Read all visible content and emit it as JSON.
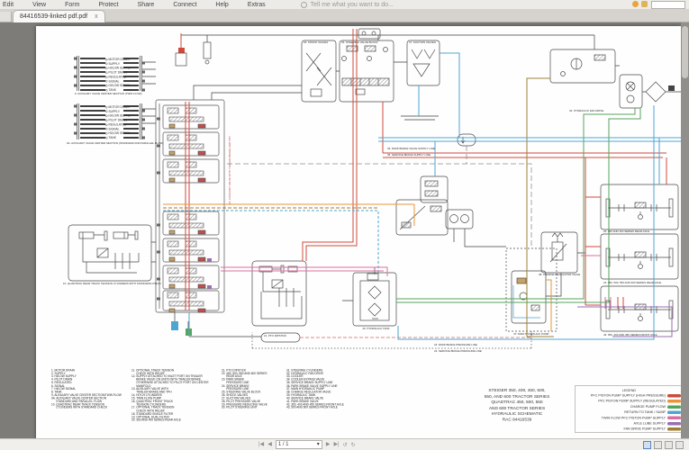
{
  "menu": {
    "items": [
      "Edit",
      "View",
      "Form",
      "Protect",
      "Share",
      "Connect",
      "Help",
      "Extras"
    ],
    "tell_me": "Tell me what you want to do..."
  },
  "tab": {
    "title": "84416539-linked pdf.pdf",
    "close": "x"
  },
  "statusbar": {
    "page": "1 / 1",
    "page_dropdown": "▾",
    "prev_view": "↺",
    "next_view": "↻"
  },
  "schematic": {
    "title_lines": [
      "STEIGER 350, 400, 450, 500,",
      "550, AND 600 TRACTOR SERIES",
      "QUADTRAC 450, 500, 550",
      "AND 600 TRACTOR SERIES",
      "HYDRAULIC SCHEMATIC",
      "RAC 84416539"
    ],
    "legend": {
      "title": "LEGEND",
      "entries": [
        {
          "label": "PFC PISTON PUMP SUPPLY (HIGH PRESSURE)",
          "color": "#cc4b3c"
        },
        {
          "label": "PFC PISTON PUMP SUPPLY (REGULATED)",
          "color": "#e8953a"
        },
        {
          "label": "CHARGE PUMP FLOW",
          "color": "#56a45c"
        },
        {
          "label": "RETURN TO TANK / SUMP",
          "color": "#4da5d2"
        },
        {
          "label": "TWIN FLOW PFC PISTON PUMP SUPPLY",
          "color": "#d96fa0"
        },
        {
          "label": "AXLE LUBE SUPPLY",
          "color": "#9a6fae"
        },
        {
          "label": "FAN DRIVE PUMP SUPPLY",
          "color": "#a08035"
        }
      ]
    },
    "ladder_rows": [
      "MOTOR DRAIN",
      "SUPPLY",
      "HI/LOW SUPPLY",
      "PILOT DRAIN",
      "REGULATED",
      "SIGNAL",
      "HI/LOW SIGNAL",
      "TANK"
    ],
    "callouts": {
      "ladder_a": "9. AUXILIARY VALVE CENTER SECTION (TWIN FLOW)",
      "ladder_b": "9A. AUXILIARY VALVE CENTER SECTION (STANDARD AND PARALLEL FLOW)",
      "track": "10. QUADTRAC REAR TRACK TENSION CYLINDERS WITH STANDARD CHECK",
      "tank": "39. HYDRAULIC TANK",
      "pump": "37. MAIN HYDRAULIC PUMP",
      "fan": "32. HYDRAULIC FAN DRIVE",
      "shock": "26. SHOCK VALVES",
      "steer": "25. STEERING VALVE BLOCK",
      "suction": "27. SUCTION VALVES",
      "charge": "38. CHARGE REGULATOR VALVE",
      "axle_a": "20. 350 AND 400 SERIES REAR AXLE",
      "axle_b": "22. 450, 500, 550 AND 600 SERIES REAR AXLE",
      "axle_c": "42. 350, 400 AND 450 SERIES FRONT AXLE",
      "park_line": "36. PARK BRAKE VALVE SUPPLY LINE",
      "service_line": "35. SERVICE BRAKE SUPPLY LINE",
      "park_pressure": "23. PARK BRAKE PRESSURE LINE",
      "service_pressure": "24. SERVICE BRAKE PRESSURE LINE",
      "pto": "21. PTO DIPSTICK",
      "aux_rotated": "13. AUXILIARY VALVE WITH TRAILER BRAKE AND TPH"
    },
    "parts_columns": [
      [
        "1. MOTOR DRAIN",
        "2. SUPPLY",
        "3. HI/LOW SUPPLY",
        "4. PILOT DRAIN",
        "5. REGULATED",
        "6. SIGNAL",
        "7. HI/LOW SIGNAL",
        "8. TANK",
        "9. AUXILIARY VALVE CENTER SECTION/TWIN FLOW",
        "9A. AUXILIARY VALVE CENTER SECTION",
        "      STANDARD AND PARALLEL FLOW",
        "10. QUADTRAC REAR TRACK TENSION",
        "      CYLINDERS WITH STANDARD CHECK"
      ],
      [
        "11. OPTIONAL TRACK TENSION",
        "      CHECK WITH RELIEF",
        "12. SUPPLY ATTACHED TO INLET PORT ON TRAILER",
        "      BRAKE VALVE ON UNITS WITH TRAILER BRAKE,",
        "      OTHERWISE ATTACHED TO PILOT PORT ON CENTER",
        "      MANIFOLD",
        "13. AUXILIARY VALVE WITH",
        "      TRAILER BRAKE AND TPH",
        "14. HITCH CYLINDERS",
        "15. TWIN FLOW PUMP",
        "16. QUADTRAC FRONT TRACK",
        "      TENSION CYLINDERS",
        "17. OPTIONAL TRACK TENSION",
        "      CHECK WITH RELIEF",
        "18. STANDARD SINGLE FILTER",
        "19. OPTIONAL DUAL FILTER",
        "20. 350 AND 400 SERIES REAR AXLE"
      ],
      [
        "21. PTO DIPSTICK",
        "22. 450, 500, 550 AND 600 SERIES",
        "      REAR AXLE",
        "23. PARK BRAKE",
        "      PRESSURE LINE",
        "24. SERVICE BRAKE",
        "      PRESSURE LINE",
        "25. STEERING VALVE BLOCK",
        "26. SHOCK VALVES",
        "27. SUCTION VALVES",
        "28. PILOT PRESSURE VALVE",
        "29. PRESSURE REDUCING VALVE",
        "30. PILOT STEERING UNIT"
      ],
      [
        "31. STEERING CYLINDERS",
        "32. HYDRAULIC FAN DRIVE",
        "33. COOLER",
        "34. COOLER BYPASS VALVE",
        "35. SERVICE BRAKE SUPPLY LINE",
        "36. PARK BRAKE VALVE SUPPLY LINE",
        "37. MAIN HYDRAULIC PUMP",
        "38. CHARGE REGULATOR VALVE",
        "39. HYDRAULIC TANK",
        "40. SERVICE BRAKE VALVE",
        "41. PARK BRAKE VALVE",
        "42. 350, 400 AND 450 SERIES FRONT AXLE",
        "43. 500 AND 600 SERIES FRONT AXLE"
      ]
    ]
  }
}
